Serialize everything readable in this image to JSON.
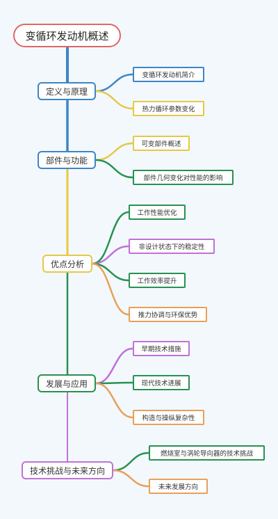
{
  "colors": {
    "root_border": "#e06666",
    "blue": "#3d85c6",
    "yellow": "#e6c847",
    "green": "#279150",
    "purple": "#c070d8",
    "orange": "#e8a058"
  },
  "root": {
    "label": "变循环发动机概述"
  },
  "branches": [
    {
      "label": "定义与原理",
      "color": "blue",
      "children": [
        {
          "label": "变循环发动机简介",
          "color": "blue"
        },
        {
          "label": "热力循环参数变化",
          "color": "yellow"
        }
      ]
    },
    {
      "label": "部件与功能",
      "color": "blue",
      "children": [
        {
          "label": "可变部件概述",
          "color": "yellow"
        },
        {
          "label": "部件几何变化对性能的影响",
          "color": "green"
        }
      ]
    },
    {
      "label": "优点分析",
      "color": "yellow",
      "children": [
        {
          "label": "工作性能优化",
          "color": "green"
        },
        {
          "label": "非设计状态下的稳定性",
          "color": "purple"
        },
        {
          "label": "工作效率提升",
          "color": "green"
        },
        {
          "label": "推力协调与环保优势",
          "color": "orange"
        }
      ]
    },
    {
      "label": "发展与应用",
      "color": "green",
      "children": [
        {
          "label": "早期技术措施",
          "color": "purple"
        },
        {
          "label": "现代技术进展",
          "color": "green"
        },
        {
          "label": "构造与操纵复杂性",
          "color": "orange"
        }
      ]
    },
    {
      "label": "技术挑战与未来方向",
      "color": "purple",
      "children": [
        {
          "label": "燃烧室与涡轮导向器的技术挑战",
          "color": "green"
        },
        {
          "label": "未来发展方向",
          "color": "orange"
        }
      ]
    }
  ]
}
